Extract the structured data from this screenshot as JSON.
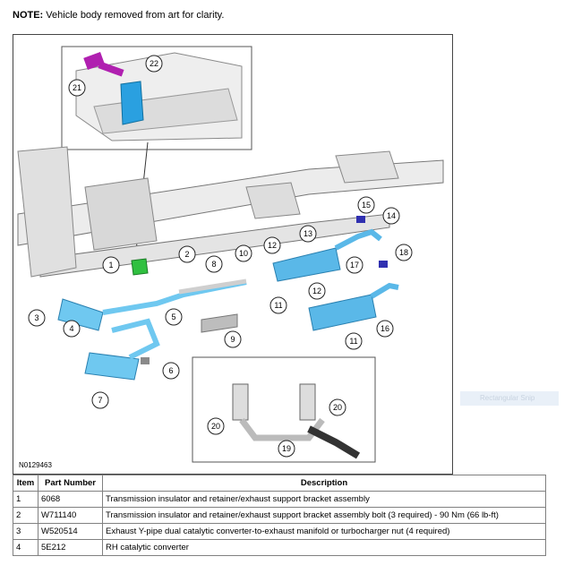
{
  "note": {
    "label": "NOTE:",
    "text": " Vehicle body removed from art for clarity."
  },
  "figure": {
    "id_label": "N0129463",
    "callouts": [
      "1",
      "2",
      "3",
      "4",
      "5",
      "6",
      "7",
      "8",
      "9",
      "10",
      "11",
      "11",
      "12",
      "12",
      "13",
      "14",
      "15",
      "16",
      "17",
      "18",
      "19",
      "20",
      "20",
      "21",
      "22"
    ]
  },
  "overlay": {
    "snip_label": "Rectangular Snip"
  },
  "table": {
    "headers": [
      "Item",
      "Part Number",
      "Description"
    ],
    "rows": [
      {
        "item": "1",
        "part": "6068",
        "desc": "Transmission insulator and retainer/exhaust support bracket assembly"
      },
      {
        "item": "2",
        "part": "W711140",
        "desc": "Transmission insulator and retainer/exhaust support bracket assembly bolt (3 required) - 90 Nm (66 lb-ft)"
      },
      {
        "item": "3",
        "part": "W520514",
        "desc": "Exhaust Y-pipe dual catalytic converter-to-exhaust manifold or turbocharger nut (4 required)"
      },
      {
        "item": "4",
        "part": "5E212",
        "desc": "RH catalytic converter"
      }
    ]
  }
}
